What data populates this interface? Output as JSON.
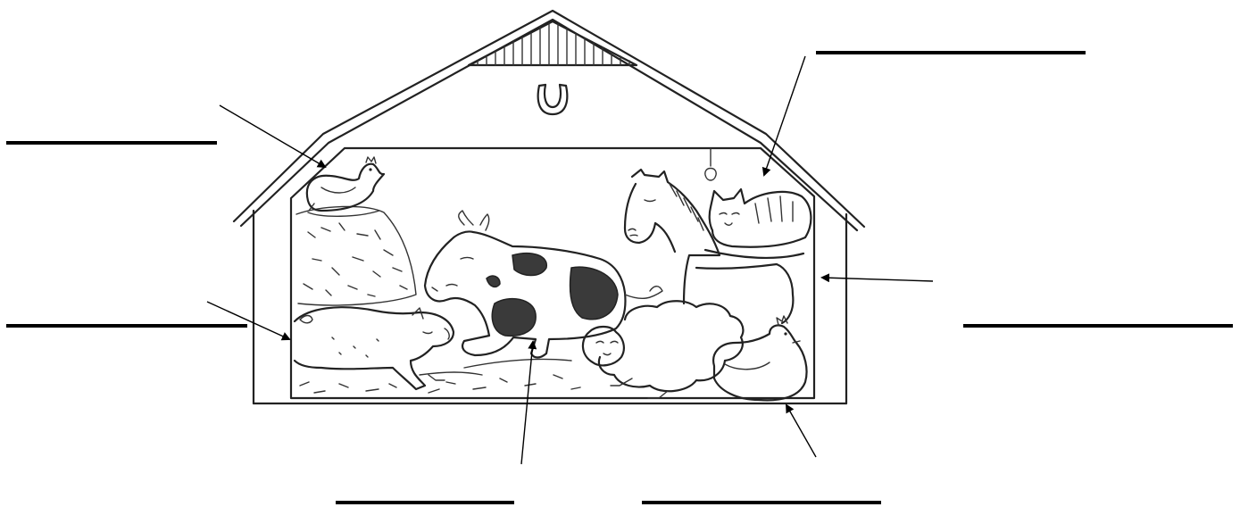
{
  "worksheet": {
    "animals": [
      {
        "id": "hen-on-hay",
        "icon": "hen-icon"
      },
      {
        "id": "cat",
        "icon": "cat-icon"
      },
      {
        "id": "pig",
        "icon": "pig-icon"
      },
      {
        "id": "horse",
        "icon": "horse-icon"
      },
      {
        "id": "cow",
        "icon": "cow-icon"
      },
      {
        "id": "hen-on-floor",
        "icon": "hen-icon"
      }
    ],
    "answer_blanks": [
      "",
      "",
      "",
      "",
      "",
      ""
    ]
  },
  "decor": {
    "roof_ornament": "horseshoe-icon",
    "ink_color": "#222222",
    "background": "#ffffff"
  }
}
